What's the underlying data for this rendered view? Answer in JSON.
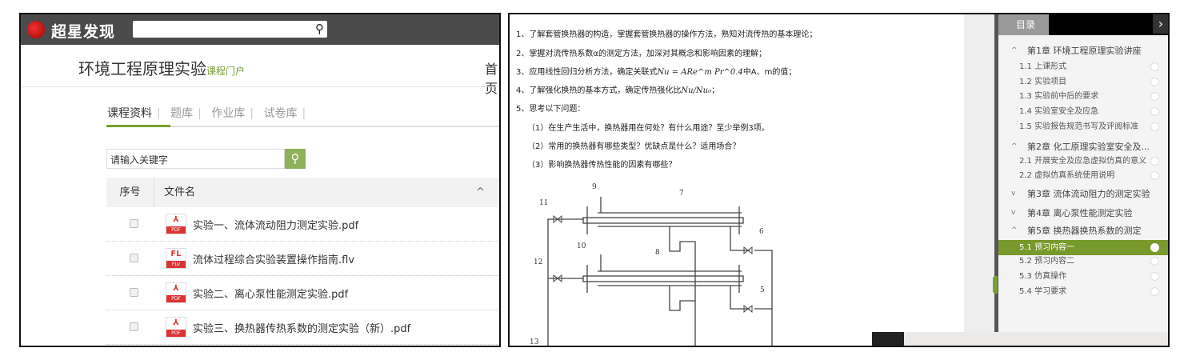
{
  "left": {
    "brand": "超星发现",
    "course_title": "环境工程原理实验",
    "course_portal": "课程门户",
    "home_link": "首页",
    "tabs": [
      "课程资料",
      "题库",
      "作业库",
      "试卷库"
    ],
    "tab_sep": "|",
    "search_placeholder": "请输入关键字",
    "table": {
      "headers": {
        "index": "序号",
        "filename": "文件名",
        "sort": "^"
      },
      "rows": [
        {
          "type": "PDF",
          "type_top": "⅄",
          "name": "实验一、流体流动阻力测定实验.pdf"
        },
        {
          "type": "FLV",
          "type_top": "FL",
          "name": "流体过程综合实验装置操作指南.flv"
        },
        {
          "type": "PDF",
          "type_top": "⅄",
          "name": "实验二、离心泵性能测定实验.pdf"
        },
        {
          "type": "PDF",
          "type_top": "⅄",
          "name": "实验三、换热器传热系数的测定实验（新）.pdf"
        }
      ]
    }
  },
  "document": {
    "lines": [
      "1、了解套管换热器的构造，掌握套管换热器的操作方法，熟知对流传热的基本理论；",
      "2、掌握对流传热系数α的测定方法，加深对其概念和影响因素的理解；",
      "3、应用线性回归分析方法，确定关联式",
      "4、了解强化换热的基本方式，确定传热强化比",
      "5、思考以下问题：",
      "（1）在生产生活中，换热器用在何处？有什么用途？至少举例3项。",
      "（2）常用的换热器有哪些类型？优缺点是什么？适用场合？",
      "（3）影响换热器传热性能的因素有哪些？"
    ],
    "formula3": "Nu = ARe^m Pr^0.4",
    "line3_tail": "中A、m的值；",
    "formula4": "Nu/Nu₀",
    "line4_tail": "；",
    "diagram_labels": [
      "9",
      "7",
      "11",
      "6",
      "10",
      "8",
      "12",
      "5",
      "13"
    ]
  },
  "toc": {
    "tab": "目录",
    "close": "›",
    "items": [
      {
        "kind": "chapter",
        "caret": "^",
        "label": "第1章 环境工程原理实验讲座"
      },
      {
        "kind": "sub",
        "label": "1.1 上课形式"
      },
      {
        "kind": "sub",
        "label": "1.2 实验项目"
      },
      {
        "kind": "sub",
        "label": "1.3 实验前中后的要求"
      },
      {
        "kind": "sub",
        "label": "1.4 实验室安全及应急"
      },
      {
        "kind": "sub",
        "label": "1.5 实验报告规范书写及评阅标准"
      },
      {
        "kind": "chapter",
        "caret": "^",
        "label": "第2章 化工原理实验室安全及..."
      },
      {
        "kind": "sub",
        "label": "2.1 开展安全及应急虚拟仿真的意义"
      },
      {
        "kind": "sub",
        "label": "2.2 虚拟仿真系统使用说明"
      },
      {
        "kind": "chapter",
        "caret": "v",
        "label": "第3章 流体流动阻力的测定实验"
      },
      {
        "kind": "chapter",
        "caret": "v",
        "label": "第4章 离心泵性能测定实验"
      },
      {
        "kind": "chapter",
        "caret": "^",
        "label": "第5章 换热器换热系数的测定"
      },
      {
        "kind": "sub",
        "label": "5.1 预习内容一",
        "active": true
      },
      {
        "kind": "sub",
        "label": "5.2 预习内容二"
      },
      {
        "kind": "sub",
        "label": "5.3 仿真操作"
      },
      {
        "kind": "sub",
        "label": "5.4 学习要求"
      }
    ]
  },
  "colors": {
    "accent": "#7aa031",
    "active_item": "#78992c",
    "topbar": "#4b4b4b",
    "pdf_red": "#d33"
  }
}
